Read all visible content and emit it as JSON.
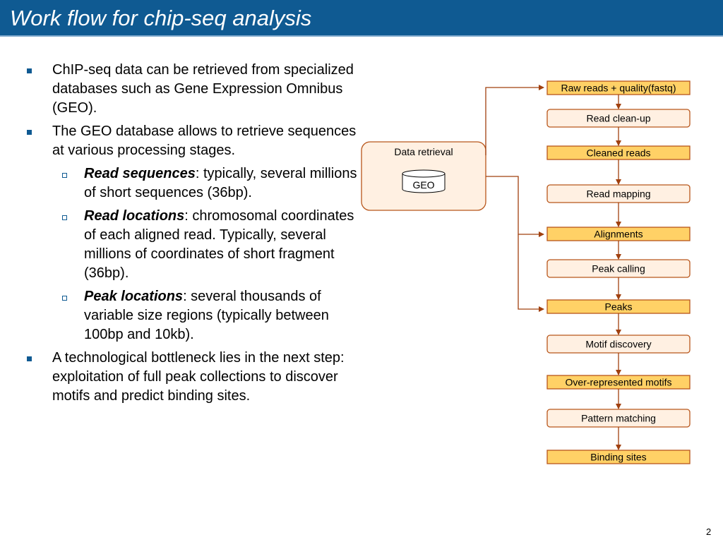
{
  "slide": {
    "title": "Work flow for chip-seq analysis",
    "page_number": "2"
  },
  "bullets": [
    {
      "level": 1,
      "text": "ChIP-seq data can be retrieved from specialized databases such as Gene Expression Omnibus (GEO)."
    },
    {
      "level": 1,
      "text": "The GEO database allows to retrieve sequences at various processing stages."
    },
    {
      "level": 2,
      "emphasis": "Read sequences",
      "text": ": typically, several millions of short sequences (36bp)."
    },
    {
      "level": 2,
      "emphasis": "Read locations",
      "text": ": chromosomal coordinates of each aligned read. Typically, several millions of coordinates of short fragment (36bp)."
    },
    {
      "level": 2,
      "emphasis": "Peak locations",
      "text": ": several thousands of variable size regions (typically between 100bp and 10kb)."
    },
    {
      "level": 1,
      "text": "A technological bottleneck lies in the next step: exploitation of full peak collections to discover motifs and predict binding sites."
    }
  ],
  "diagram": {
    "retrieval_label": "Data retrieval",
    "database_label": "GEO",
    "steps": [
      {
        "label": "Raw reads + quality(fastq)",
        "kind": "data"
      },
      {
        "label": "Read clean-up",
        "kind": "process"
      },
      {
        "label": "Cleaned reads",
        "kind": "data"
      },
      {
        "label": "Read mapping",
        "kind": "process"
      },
      {
        "label": "Alignments",
        "kind": "data"
      },
      {
        "label": "Peak calling",
        "kind": "process"
      },
      {
        "label": "Peaks",
        "kind": "data"
      },
      {
        "label": "Motif discovery",
        "kind": "process"
      },
      {
        "label": "Over-represented motifs",
        "kind": "data"
      },
      {
        "label": "Pattern matching",
        "kind": "process"
      },
      {
        "label": "Binding sites",
        "kind": "data"
      }
    ],
    "colors": {
      "data_fill": "#ffd166",
      "process_fill": "#fff0e2",
      "border": "#b8561b",
      "arrow": "#a0400f"
    }
  }
}
